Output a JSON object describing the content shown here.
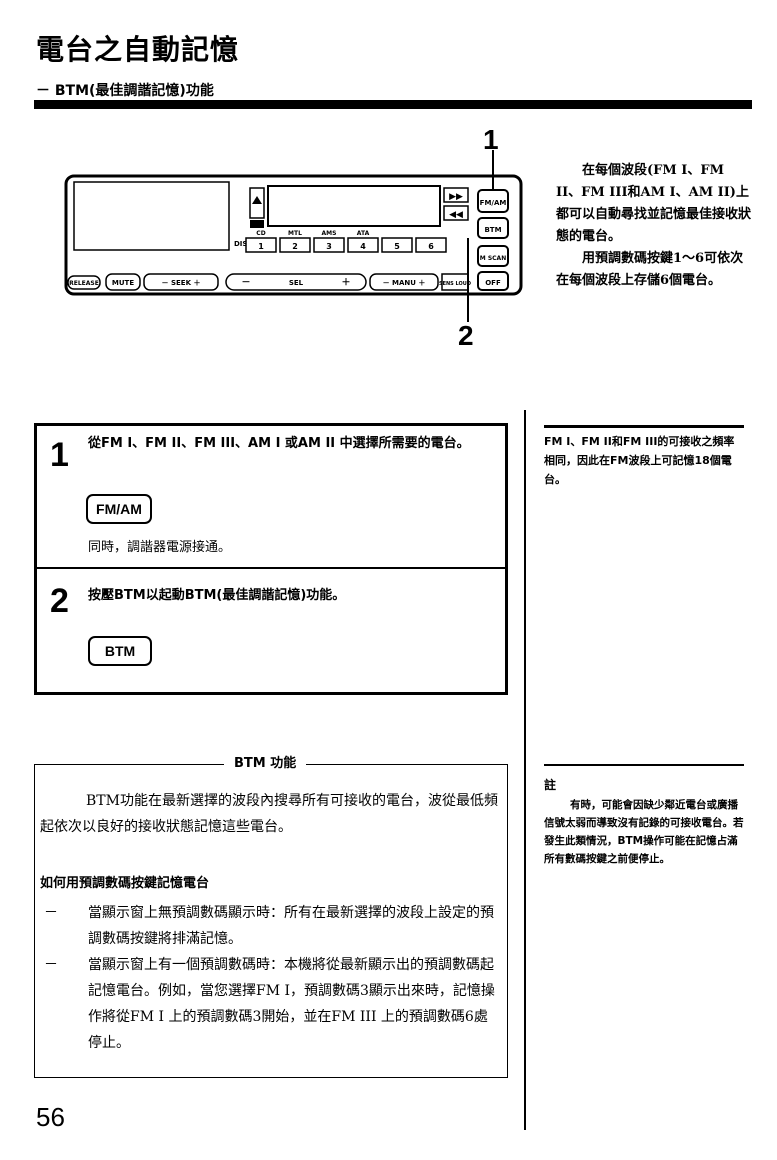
{
  "title": "電台之自動記憶",
  "subtitle": "－ BTM(最佳調諧記憶)功能",
  "callouts": [
    "1",
    "2"
  ],
  "radio": {
    "buttons": {
      "fm_am": "FM/AM",
      "btm": "BTM",
      "m_scan": "M SCAN",
      "off": "OFF",
      "release": "RELEASE",
      "mute": "MUTE",
      "seek": "－ SEEK ＋",
      "sel": "SEL",
      "manu": "－ MANU ＋",
      "sens_loud": "SENS LOUD",
      "disp": "DISP",
      "minus": "－",
      "plus": "＋"
    },
    "preset_labels": [
      "CD",
      "MTL",
      "AMS",
      "ATA",
      "",
      ""
    ],
    "preset_numbers": [
      "1",
      "2",
      "3",
      "4",
      "5",
      "6"
    ]
  },
  "side_intro": [
    "在每個波段(FM I、FM II、FM III和AM I、AM II)上都可以自動尋找並記憶最佳接收狀態的電台。",
    "用預調數碼按鍵1～6可依次在每個波段上存儲6個電台。"
  ],
  "steps": [
    {
      "num": "1",
      "text": "從FM I、FM II、FM III、AM I 或AM II 中選擇所需要的電台。",
      "key": "FM/AM",
      "after": "同時，調諧器電源接通。"
    },
    {
      "num": "2",
      "text": "按壓BTM以起動BTM(最佳調諧記憶)功能。",
      "key": "BTM"
    }
  ],
  "note1": "FM I、FM II和FM III的可接收之頻率相同，因此在FM波段上可記憶18個電台。",
  "btm_section": {
    "heading": "BTM 功能",
    "paragraph": "BTM功能在最新選擇的波段內搜尋所有可接收的電台，波從最低頻起依次以良好的接收狀態記憶這些電台。",
    "subheading": "如何用預調數碼按鍵記憶電台",
    "bullets": [
      "當顯示窗上無預調數碼顯示時：所有在最新選擇的波段上設定的預調數碼按鍵將排滿記憶。",
      "當顯示窗上有一個預調數碼時：本機將從最新顯示出的預調數碼起記憶電台。例如，當您選擇FM I，預調數碼3顯示出來時，記憶操作將從FM I 上的預調數碼3開始，並在FM III 上的預調數碼6處停止。"
    ]
  },
  "note2": {
    "head": "註",
    "text": "有時，可能會因缺少鄰近電台或廣播信號太弱而導致沒有記錄的可接收電台。若發生此類情況，BTM操作可能在記憶占滿所有數碼按鍵之前便停止。"
  },
  "page_number": "56"
}
